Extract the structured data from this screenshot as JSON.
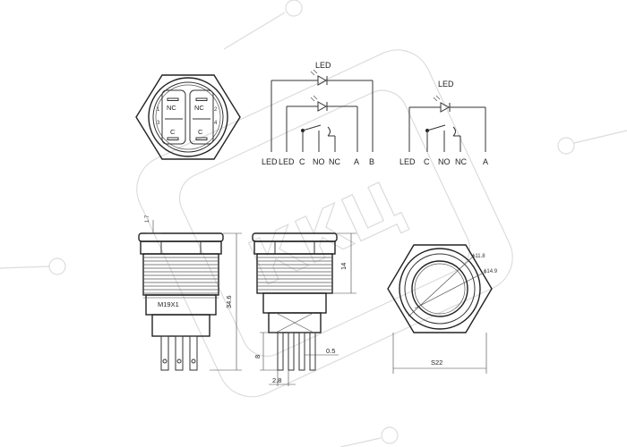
{
  "wiring_left": {
    "led_title": "LED",
    "terminals": [
      "LED",
      "LED",
      "C",
      "NO",
      "NC",
      "A",
      "B"
    ]
  },
  "wiring_right": {
    "led_title": "LED",
    "terminals": [
      "LED",
      "C",
      "NO",
      "NC",
      "A"
    ]
  },
  "top_view": {
    "labels": [
      "NC",
      "NC",
      "C",
      "C"
    ],
    "pins": [
      "1",
      "2",
      "3",
      "4"
    ]
  },
  "dimensions": {
    "head_height": "1.7",
    "thread": "M19X1",
    "total_length": "34.6",
    "thread_length": "14",
    "pin_length": "8",
    "pin_width": "0.5",
    "pin_spacing": "2.8",
    "ring_diameter": "ϕ11.8",
    "outer_diameter": "ϕ14.9",
    "hex_size": "S22"
  },
  "watermark": {
    "text": "ККЦ"
  }
}
